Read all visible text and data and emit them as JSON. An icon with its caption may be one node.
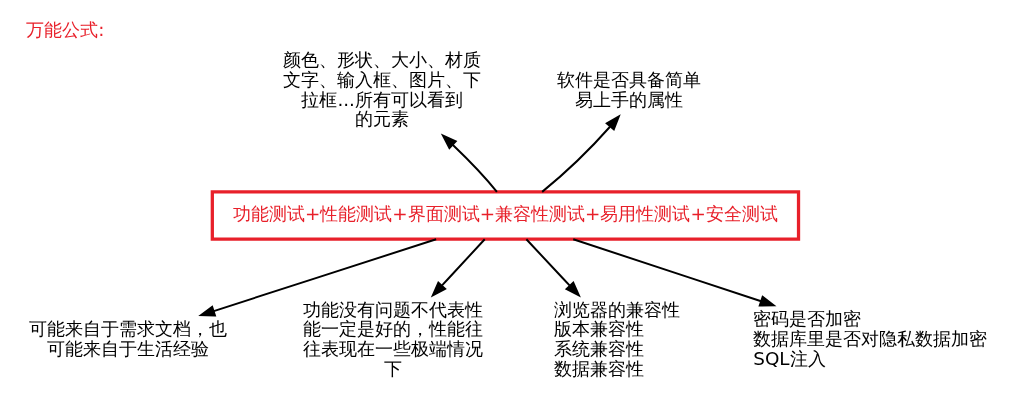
{
  "diagram": {
    "title": "万能公式:",
    "nodes": [
      {
        "text": [
          "功能测试+性能测试+界面测试+兼容性测试+易用性测试+安全测试"
        ]
      },
      {
        "text": [
          "颜色、形状、大小、材质文字、输入框、图片、下拉框...所有可以看到的元素"
        ]
      },
      {
        "text": [
          "软件是否具备简单易上手的属性"
        ]
      },
      {
        "text": [
          "可能来自于需求文档，也可能来自于生活经验"
        ]
      },
      {
        "text": [
          "功能没有问题不代表性能一定是好的，性能往往表现在一些极端情况下"
        ]
      },
      {
        "text": [
          "浏览器的兼容性",
          "版本兼容性",
          "系统兼容性",
          "数据兼容性"
        ]
      },
      {
        "text": [
          "密码是否加密",
          "数据库里是否对隐私数据加密",
          "SQL注入"
        ]
      }
    ],
    "edges": [
      {
        "from": 0,
        "to": 1,
        "arrow": "to"
      },
      {
        "from": 0,
        "to": 2,
        "arrow": "to"
      },
      {
        "from": 0,
        "to": 3,
        "arrow": "to"
      },
      {
        "from": 0,
        "to": 4,
        "arrow": "to"
      },
      {
        "from": 0,
        "to": 5,
        "arrow": "to"
      },
      {
        "from": 0,
        "to": 6,
        "arrow": "to"
      }
    ]
  }
}
